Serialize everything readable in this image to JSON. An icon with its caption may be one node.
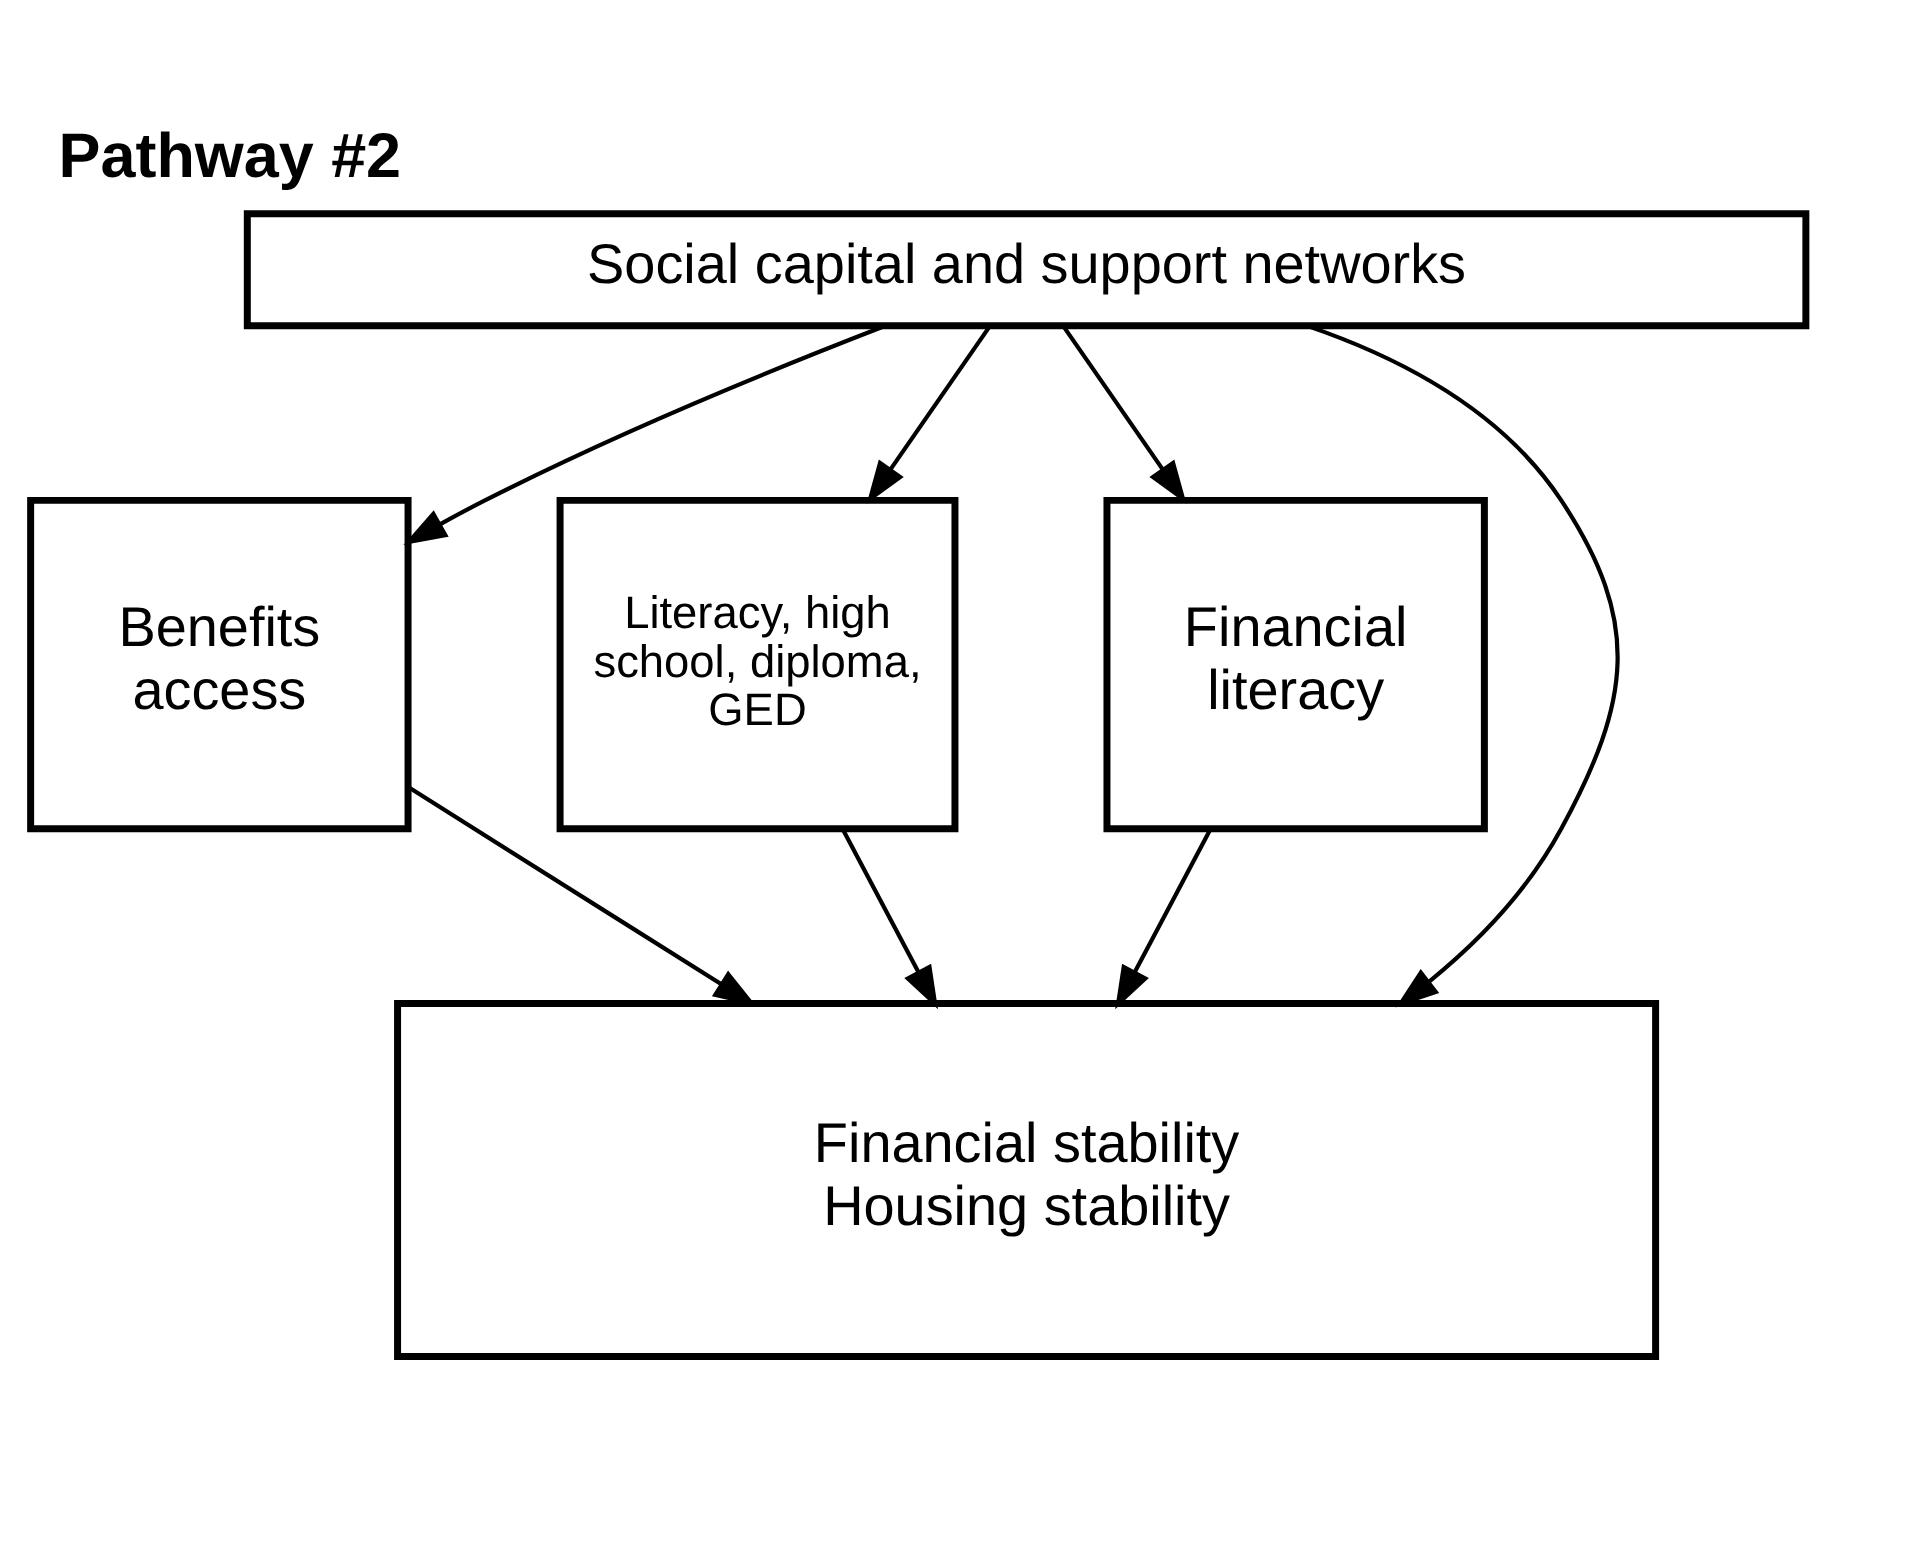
{
  "diagram": {
    "title": "Pathway #2",
    "nodes": [
      {
        "text": [
          "Social capital and support networks"
        ]
      },
      {
        "text": [
          "Benefits access"
        ]
      },
      {
        "text": [
          "Literacy, high school, diploma, GED"
        ]
      },
      {
        "text": [
          "Financial literacy"
        ]
      },
      {
        "text": [
          "Financial stability",
          "Housing stability"
        ]
      }
    ],
    "edges": [
      {
        "from": 0,
        "to": 1,
        "arrow": "to"
      },
      {
        "from": 0,
        "to": 2,
        "arrow": "to"
      },
      {
        "from": 0,
        "to": 3,
        "arrow": "to"
      },
      {
        "from": 1,
        "to": 4,
        "arrow": "to"
      },
      {
        "from": 2,
        "to": 4,
        "arrow": "to"
      },
      {
        "from": 3,
        "to": 4,
        "arrow": "to"
      },
      {
        "from": 0,
        "to": 4,
        "arrow": "to"
      }
    ]
  }
}
